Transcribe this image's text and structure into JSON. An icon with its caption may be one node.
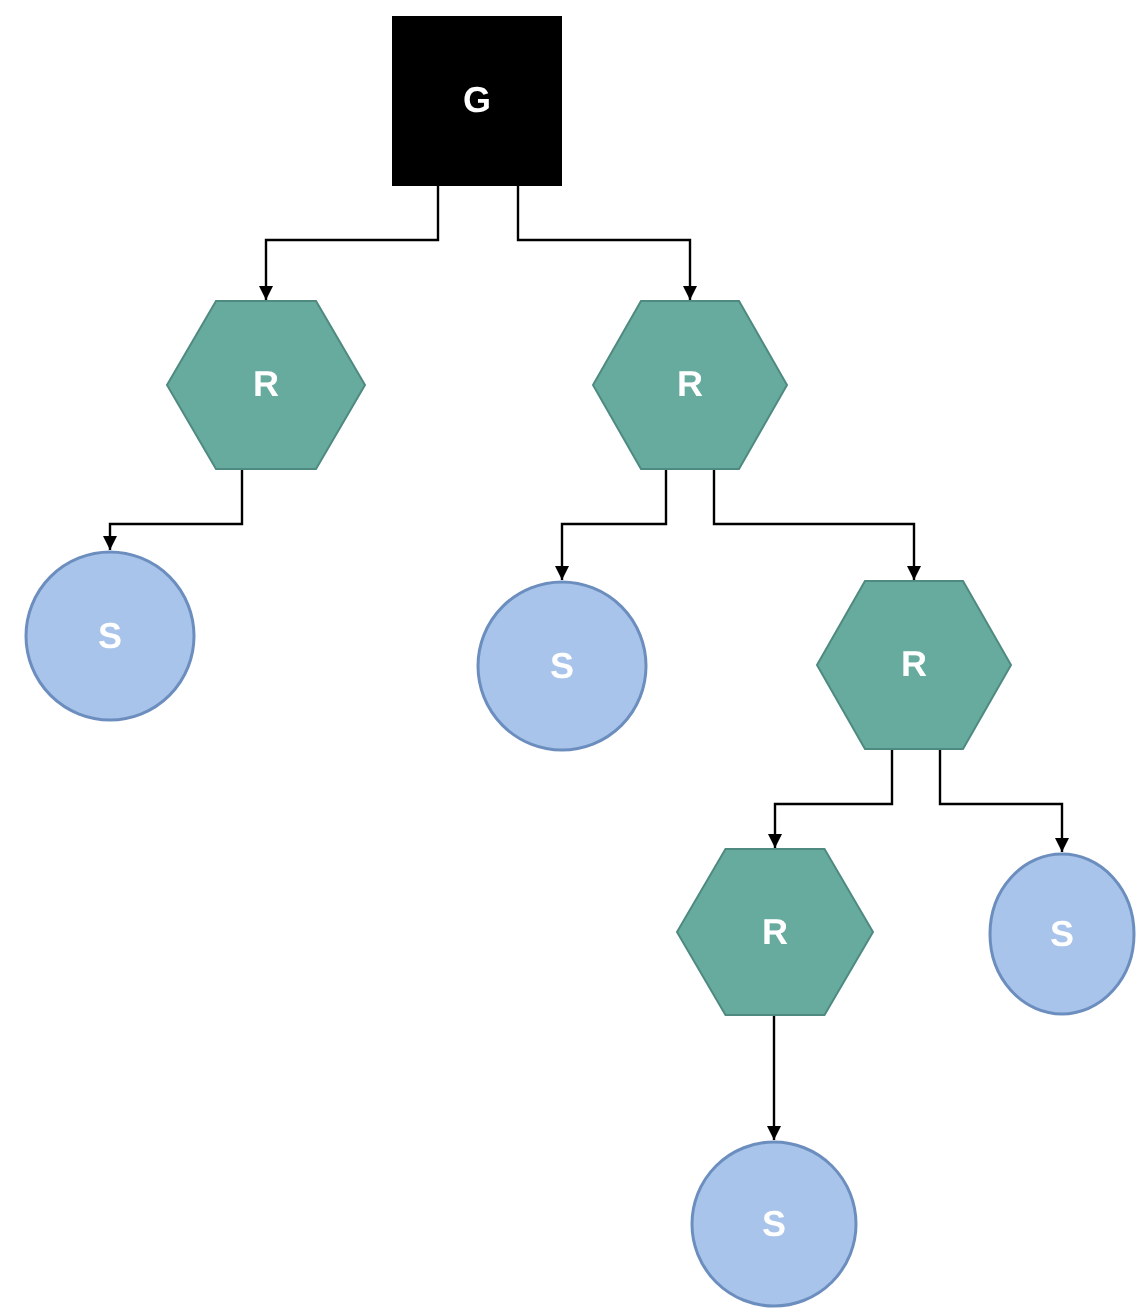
{
  "diagram": {
    "nodes": [
      {
        "text": [
          "G"
        ]
      },
      {
        "text": [
          "R"
        ]
      },
      {
        "text": [
          "R"
        ]
      },
      {
        "text": [
          "S"
        ]
      },
      {
        "text": [
          "S"
        ]
      },
      {
        "text": [
          "R"
        ]
      },
      {
        "text": [
          "R"
        ]
      },
      {
        "text": [
          "S"
        ]
      },
      {
        "text": [
          "S"
        ]
      }
    ],
    "edges": [
      {
        "from": 0,
        "to": 1,
        "arrow": "to"
      },
      {
        "from": 0,
        "to": 2,
        "arrow": "to"
      },
      {
        "from": 1,
        "to": 3,
        "arrow": "to"
      },
      {
        "from": 2,
        "to": 4,
        "arrow": "to"
      },
      {
        "from": 2,
        "to": 5,
        "arrow": "to"
      },
      {
        "from": 5,
        "to": 6,
        "arrow": "to"
      },
      {
        "from": 5,
        "to": 7,
        "arrow": "to"
      },
      {
        "from": 6,
        "to": 8,
        "arrow": "to"
      }
    ]
  }
}
